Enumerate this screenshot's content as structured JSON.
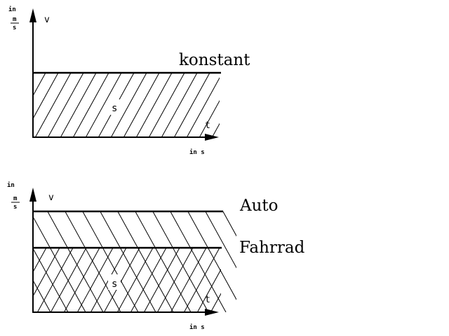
{
  "diagrams": [
    {
      "v_unit": [
        "in",
        "m",
        "s"
      ],
      "v_label": "v",
      "t_label": "t",
      "t_unit": "in s",
      "area_label": "s",
      "curves": [
        {
          "label": "konstant"
        }
      ]
    },
    {
      "v_unit": [
        "in",
        "m",
        "s"
      ],
      "v_label": "v",
      "t_label": "t",
      "t_unit": "in s",
      "area_label": "s",
      "curves": [
        {
          "label": "Auto"
        },
        {
          "label": "Fahrrad"
        }
      ]
    }
  ],
  "colors": {
    "ink": "#000000",
    "background": "#ffffff"
  }
}
